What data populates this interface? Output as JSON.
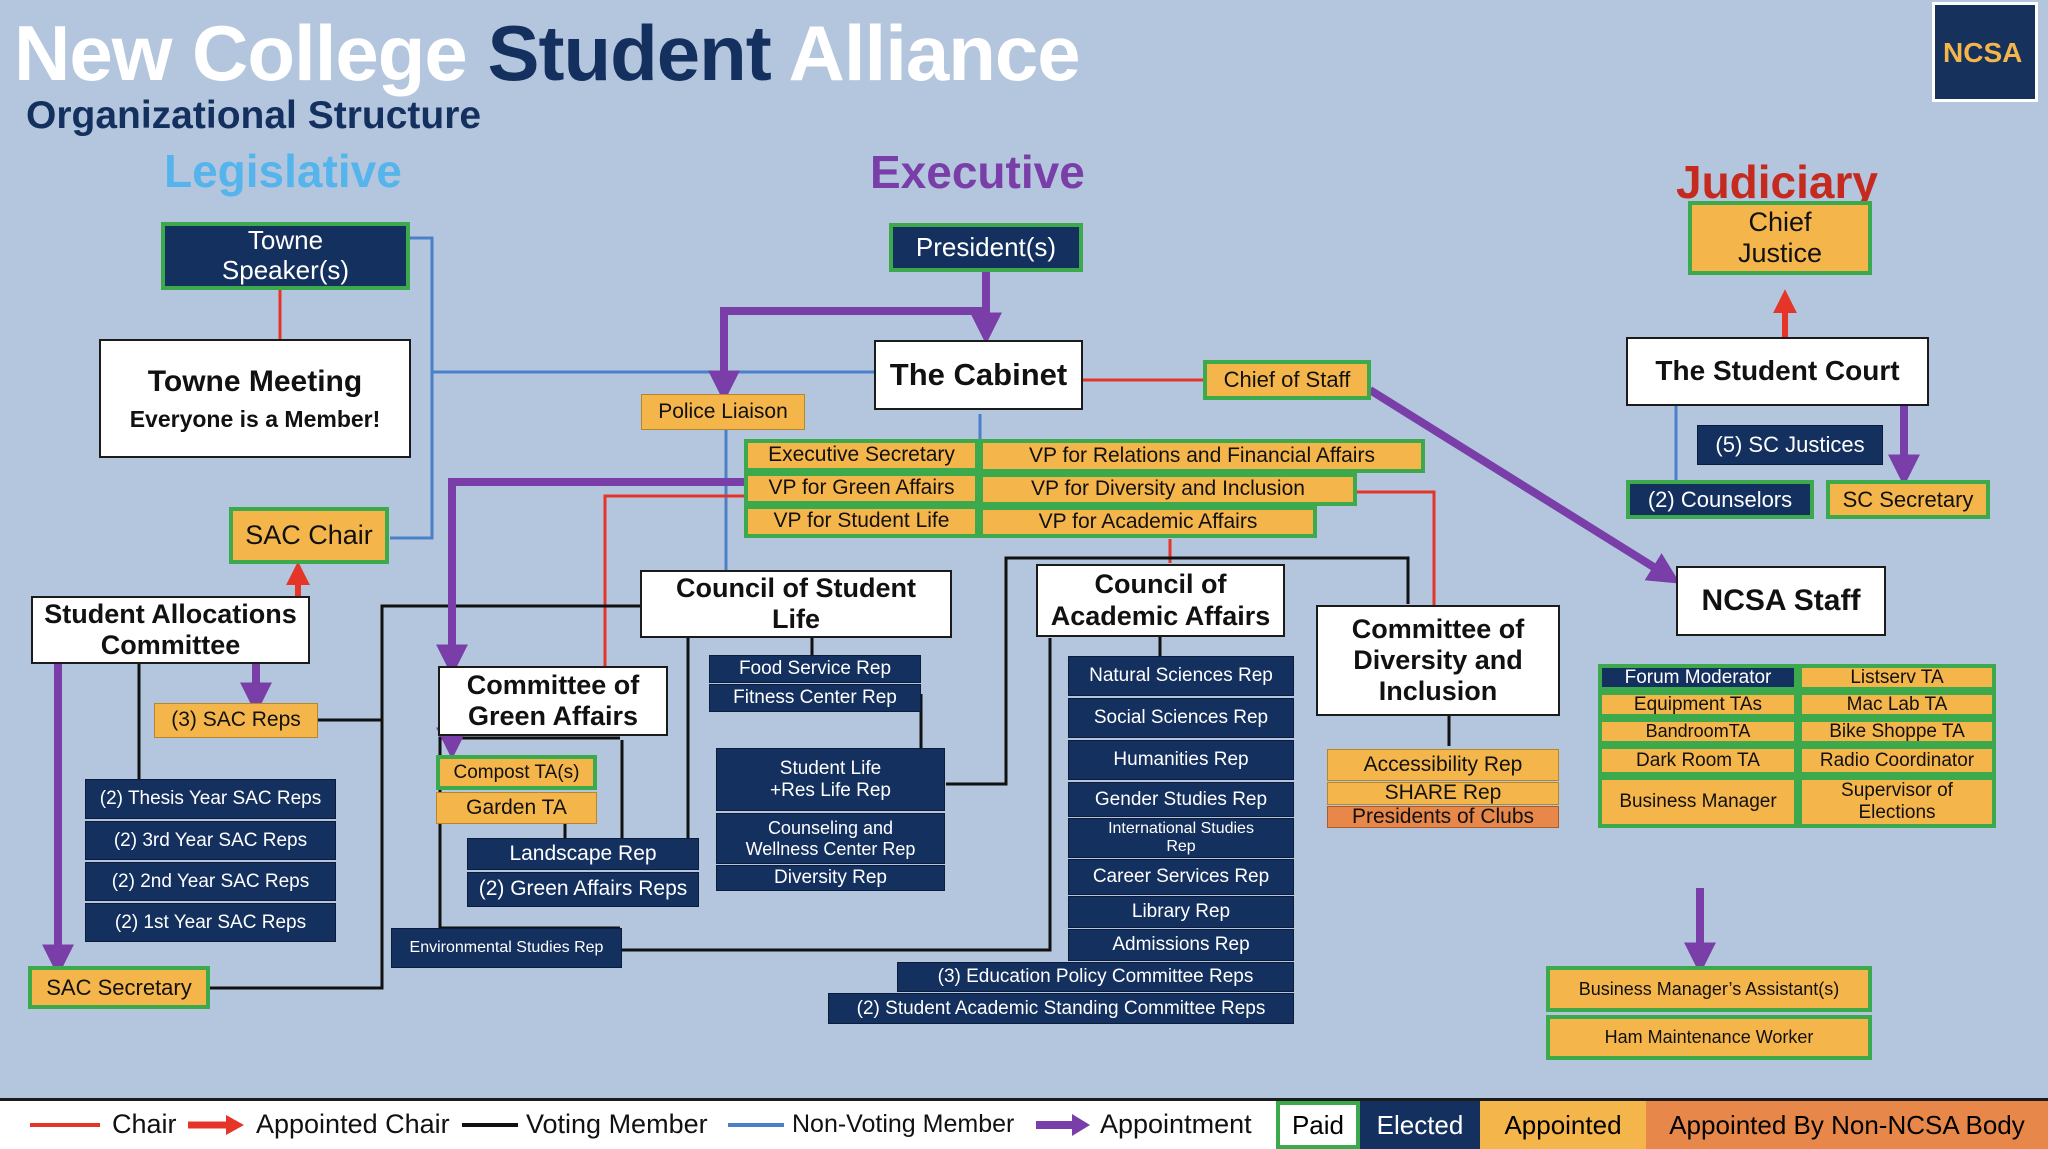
{
  "header": {
    "title_part1": "New College ",
    "title_part2": "Student",
    "title_part3": " Alliance",
    "subtitle": "Organizational Structure",
    "logo_text": "NCSA"
  },
  "branches": {
    "legislative": "Legislative",
    "executive": "Executive",
    "judiciary": "Judiciary"
  },
  "colors": {
    "background": "#b4c6de",
    "elected": "#14305e",
    "appointed": "#f4b54a",
    "non_ncsa": "#e8874a",
    "paid_border": "#3caa4c",
    "chair_line": "#e53529",
    "voting_line": "#111111",
    "nonvoting_line": "#4a80c8",
    "appointment_line": "#7a3ea8"
  },
  "nodes": {
    "towne_speaker": "Towne\nSpeaker(s)",
    "towne_meeting_title": "Towne Meeting",
    "towne_meeting_sub": "Everyone is a Member!",
    "sac_chair": "SAC Chair",
    "sac_committee": "Student Allocations\nCommittee",
    "sac_reps": "(3) SAC Reps",
    "thesis_reps": "(2) Thesis Year SAC Reps",
    "third_reps": "(2) 3rd Year SAC Reps",
    "second_reps": "(2) 2nd Year SAC Reps",
    "first_reps": "(2) 1st Year SAC Reps",
    "sac_secretary": "SAC Secretary",
    "president": "President(s)",
    "cabinet": "The Cabinet",
    "police_liaison": "Police Liaison",
    "chief_of_staff": "Chief of Staff",
    "exec_secretary": "Executive Secretary",
    "vp_green": "VP for Green Affairs",
    "vp_student_life": "VP for Student Life",
    "vp_relations": "VP for Relations and Financial Affairs",
    "vp_diversity": "VP for Diversity and Inclusion",
    "vp_academic": "VP for Academic Affairs",
    "council_student_life": "Council of Student\nLife",
    "food_service": "Food Service Rep",
    "fitness_center": "Fitness Center Rep",
    "student_life_rep": "Student Life\n+Res Life Rep",
    "counseling_rep": "Counseling and\nWellness Center Rep",
    "diversity_rep": "Diversity Rep",
    "committee_green": "Committee of\nGreen Affairs",
    "compost_ta": "Compost TA(s)",
    "garden_ta": "Garden TA",
    "landscape_rep": "Landscape Rep",
    "green_affairs_reps": "(2) Green Affairs Reps",
    "env_studies_rep": "Environmental Studies Rep",
    "council_academic": "Council of\nAcademic Affairs",
    "natural_sciences": "Natural Sciences Rep",
    "social_sciences": "Social Sciences Rep",
    "humanities": "Humanities Rep",
    "gender_studies": "Gender Studies Rep",
    "international_studies": "International Studies\nRep",
    "career_services": "Career Services Rep",
    "library_rep": "Library Rep",
    "admissions_rep": "Admissions Rep",
    "edu_policy": "(3) Education Policy Committee Reps",
    "academic_standing": "(2) Student Academic Standing Committee Reps",
    "committee_diversity": "Committee of\nDiversity and\nInclusion",
    "accessibility_rep": "Accessibility Rep",
    "share_rep": "SHARE Rep",
    "presidents_clubs": "Presidents of Clubs",
    "chief_justice": "Chief\nJustice",
    "student_court": "The Student Court",
    "sc_justices": "(5) SC Justices",
    "counselors": "(2) Counselors",
    "sc_secretary": "SC Secretary",
    "ncsa_staff": "NCSA Staff",
    "forum_moderator": "Forum Moderator",
    "equipment_tas": "Equipment TAs",
    "bandroom_ta": "BandroomTA",
    "dark_room_ta": "Dark Room TA",
    "business_manager": "Business Manager",
    "listserv_ta": "Listserv TA",
    "mac_lab_ta": "Mac Lab TA",
    "bike_shoppe_ta": "Bike Shoppe TA",
    "radio_coordinator": "Radio Coordinator",
    "supervisor_elections": "Supervisor of\nElections",
    "bm_assistant": "Business Manager’s Assistant(s)",
    "ham_maintenance": "Ham Maintenance Worker"
  },
  "legend": {
    "chair": "Chair",
    "appointed_chair": "Appointed Chair",
    "voting_member": "Voting Member",
    "non_voting_member": "Non-Voting Member",
    "appointment": "Appointment",
    "paid": "Paid",
    "elected": "Elected",
    "appointed": "Appointed",
    "appointed_non_ncsa": "Appointed By Non-NCSA Body"
  }
}
